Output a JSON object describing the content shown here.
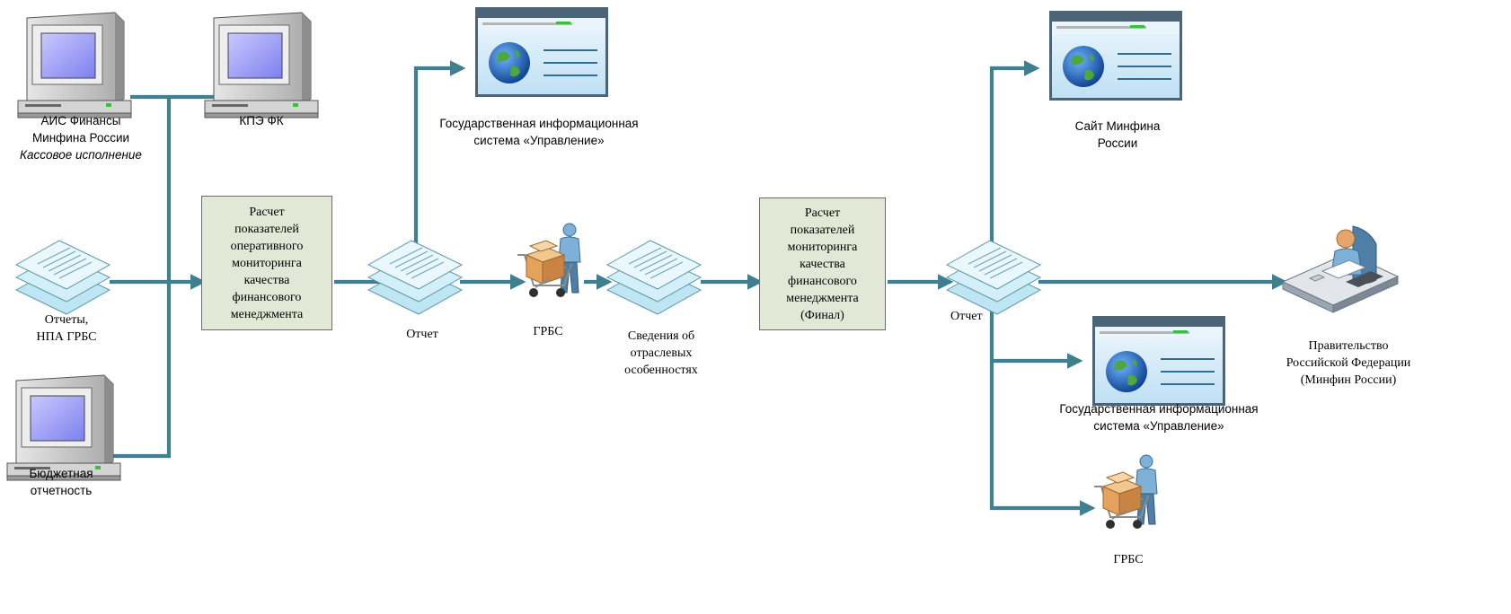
{
  "colors": {
    "connector": "#3f7f8f",
    "process_fill": "#e3e8d6",
    "monitor_body": "#c8c8c8",
    "monitor_screen": "#9a9cf6",
    "site_frame": "#4b6478",
    "site_bg": "#dceef8",
    "document": "#bfe7f3"
  },
  "nodes": {
    "ais": {
      "icon": "computer-icon",
      "lines": [
        "АИС Финансы",
        "Минфина России",
        "Кассовое исполнение"
      ]
    },
    "kpe": {
      "icon": "computer-icon",
      "lines": [
        "КПЭ ФК"
      ]
    },
    "reports_npa": {
      "icon": "documents-icon",
      "lines": [
        "Отчеты,",
        "НПА ГРБС"
      ]
    },
    "budget": {
      "icon": "computer-icon",
      "lines": [
        "Бюджетная",
        "отчетность"
      ]
    },
    "calc1": {
      "lines": [
        "Расчет",
        "показателей",
        "оперативного",
        "мониторинга",
        "качества",
        "финансового",
        "менеджмента"
      ]
    },
    "report1": {
      "icon": "documents-icon",
      "lines": [
        "Отчет"
      ]
    },
    "gis1": {
      "icon": "website-icon",
      "lines": [
        "Государственная информационная",
        "система «Управление»"
      ]
    },
    "grbs1": {
      "icon": "person-with-cart-icon",
      "lines": [
        "ГРБС"
      ]
    },
    "sector": {
      "icon": "documents-icon",
      "lines": [
        "Сведения об",
        "отраслевых",
        "особенностях"
      ]
    },
    "calc2": {
      "lines": [
        "Расчет",
        "показателей",
        "мониторинга",
        "качества",
        "финансового",
        "менеджмента",
        "(Финал)"
      ]
    },
    "report2": {
      "icon": "documents-icon",
      "lines": [
        "Отчет"
      ]
    },
    "site": {
      "icon": "website-icon",
      "lines": [
        "Сайт Минфина",
        "России"
      ]
    },
    "gov": {
      "icon": "person-at-desk-icon",
      "lines": [
        "Правительство",
        "Российской Федерации",
        "(Минфин России)"
      ]
    },
    "gis2": {
      "icon": "website-icon",
      "lines": [
        "Государственная информационная",
        "система «Управление»"
      ]
    },
    "grbs2": {
      "icon": "person-with-cart-icon",
      "lines": [
        "ГРБС"
      ]
    }
  },
  "edges": [
    [
      "ais",
      "calc1"
    ],
    [
      "kpe",
      "calc1"
    ],
    [
      "reports_npa",
      "calc1"
    ],
    [
      "budget",
      "calc1"
    ],
    [
      "calc1",
      "report1"
    ],
    [
      "report1",
      "gis1"
    ],
    [
      "report1",
      "grbs1"
    ],
    [
      "grbs1",
      "sector"
    ],
    [
      "sector",
      "calc2"
    ],
    [
      "calc2",
      "report2"
    ],
    [
      "report2",
      "site"
    ],
    [
      "report2",
      "gov"
    ],
    [
      "report2",
      "gis2"
    ],
    [
      "report2",
      "grbs2"
    ]
  ]
}
